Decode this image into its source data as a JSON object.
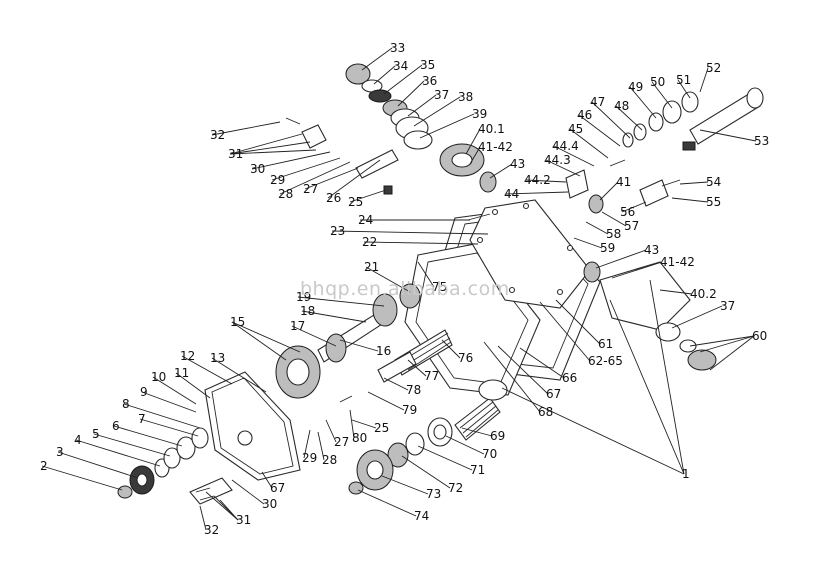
{
  "watermark": "bhqp.en.alibaba.com",
  "callouts": [
    "1",
    "2",
    "3",
    "4",
    "5",
    "6",
    "7",
    "8",
    "9",
    "10",
    "11",
    "12",
    "13",
    "15",
    "16",
    "17",
    "18",
    "19",
    "21",
    "22",
    "23",
    "24",
    "25",
    "26",
    "27",
    "28",
    "29",
    "30",
    "31",
    "32",
    "33",
    "34",
    "35",
    "36",
    "37",
    "38",
    "39",
    "40.1",
    "40.2",
    "41",
    "41-42",
    "43",
    "44",
    "44.2",
    "44.3",
    "44.4",
    "45",
    "46",
    "47",
    "48",
    "49",
    "50",
    "51",
    "52",
    "53",
    "54",
    "55",
    "56",
    "57",
    "58",
    "59",
    "60",
    "61",
    "62-65",
    "66",
    "67",
    "68",
    "69",
    "70",
    "71",
    "72",
    "73",
    "74",
    "75",
    "76",
    "77",
    "78",
    "79",
    "80"
  ]
}
